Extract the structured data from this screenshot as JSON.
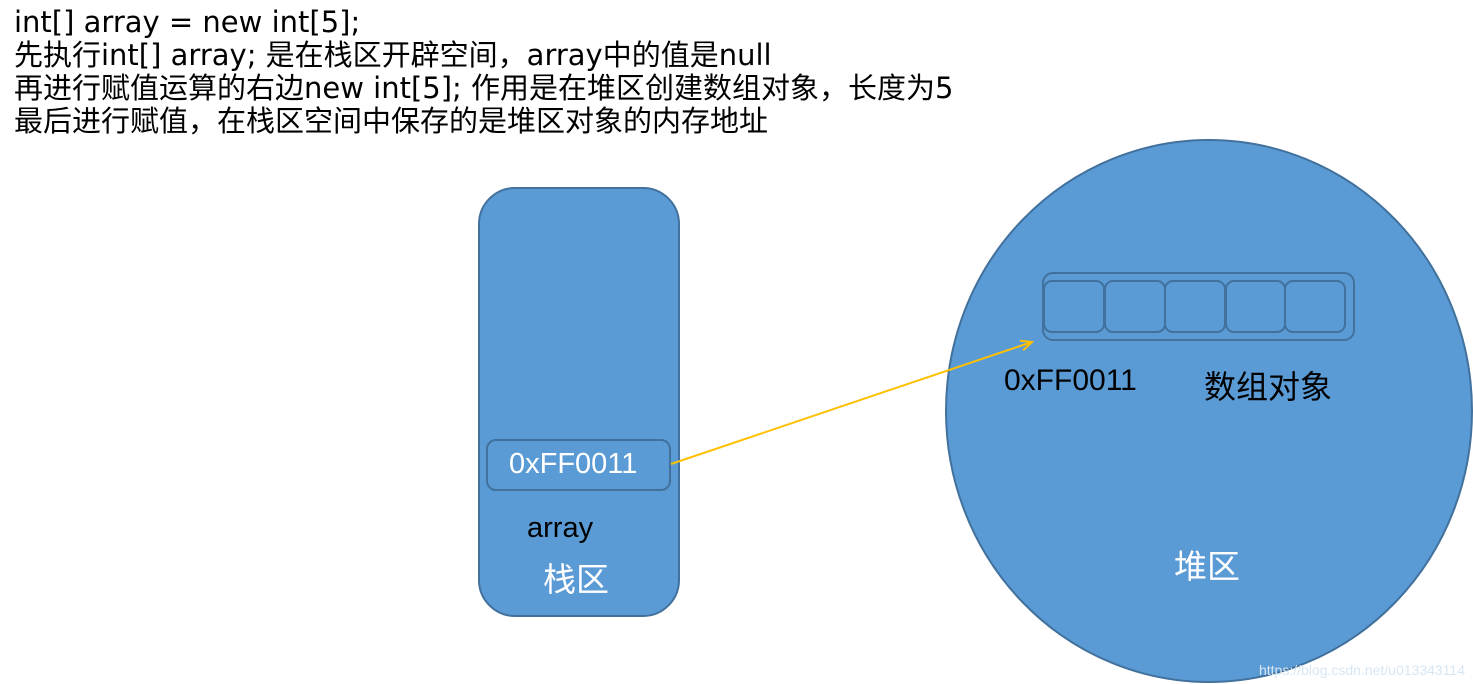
{
  "text": {
    "line1": "int[] array = new int[5];",
    "line2": "先执行int[] array; 是在栈区开辟空间，array中的值是null",
    "line3": "再进行赋值运算的右边new int[5]; 作用是在堆区创建数组对象，长度为5",
    "line4": "最后进行赋值，在栈区空间中保存的是堆区对象的内存地址"
  },
  "stack": {
    "address": "0xFF0011",
    "variable_name": "array",
    "area_label": "栈区"
  },
  "heap": {
    "address": "0xFF0011",
    "object_label": "数组对象",
    "area_label": "堆区",
    "array_cell_count": 5
  },
  "watermark": "https://blog.csdn.net/u013343114",
  "colors": {
    "region_fill": "#5b9bd5",
    "region_stroke": "#41719c",
    "arrow": "#ffc000"
  }
}
